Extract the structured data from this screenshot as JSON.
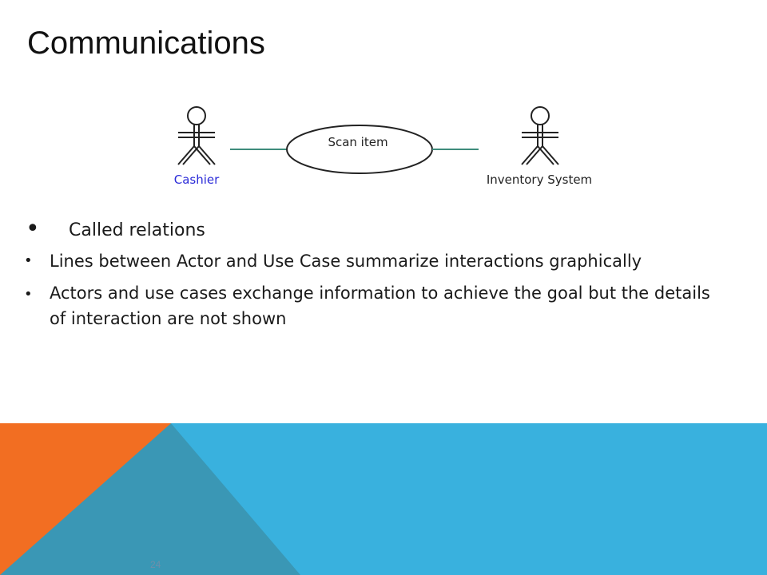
{
  "slide": {
    "title": "Communications",
    "page_number": "24"
  },
  "diagram": {
    "actor_left": "Cashier",
    "use_case": "Scan item",
    "actor_right": "Inventory System"
  },
  "bullets": [
    "Called relations",
    "Lines between Actor and Use Case summarize interactions graphically",
    "Actors and use cases exchange information to achieve the goal but the details of interaction are not shown"
  ],
  "colors": {
    "footer_blue": "#39B1DE",
    "footer_dark": "#3A97B5",
    "footer_orange": "#F26E22",
    "connector": "#3E8C7C",
    "actor_label": "#2B2BD8"
  }
}
